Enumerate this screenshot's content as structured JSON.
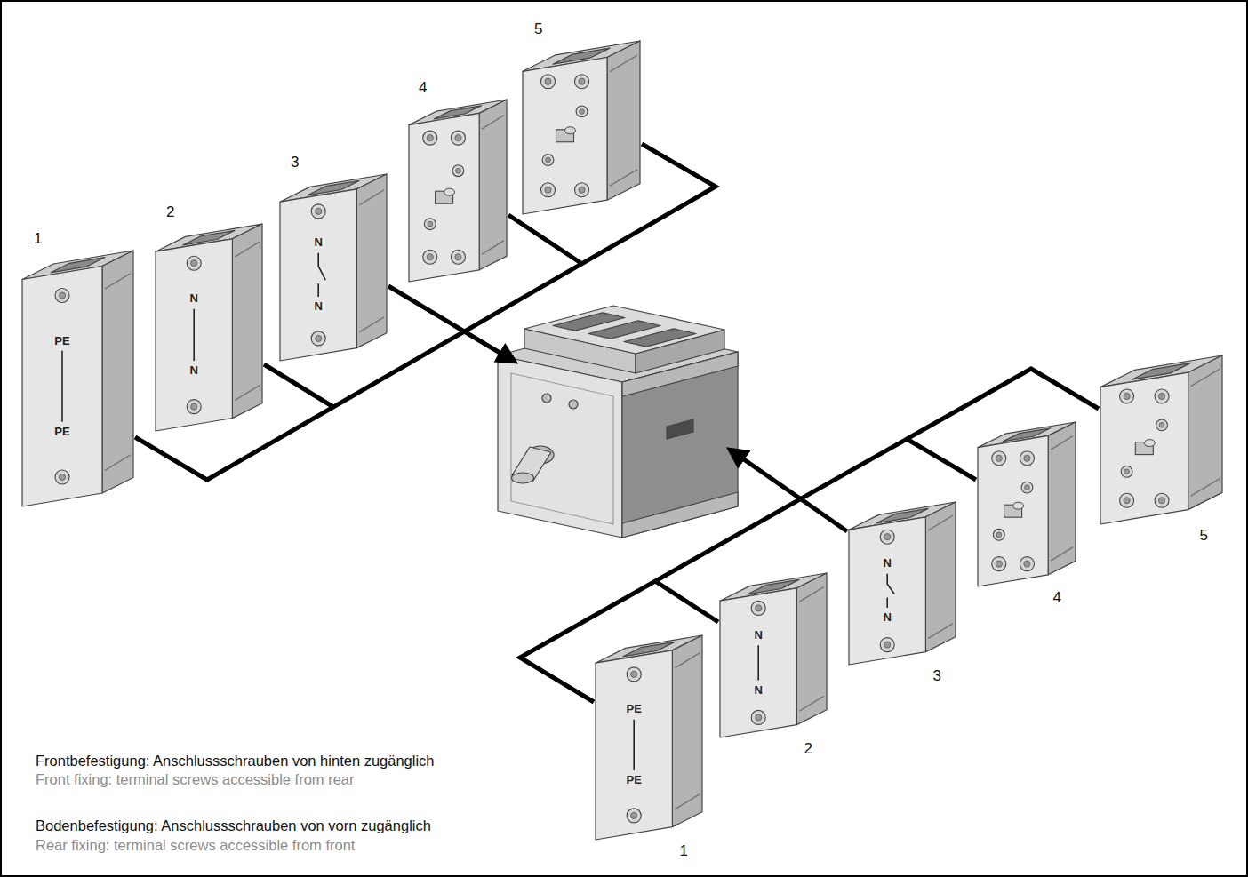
{
  "diagram": {
    "nodes": [
      {
        "text": [
          "1",
          "PE",
          "PE"
        ]
      },
      {
        "text": [
          "2",
          "N",
          "N"
        ]
      },
      {
        "text": [
          "3",
          "N",
          "N"
        ]
      },
      {
        "text": [
          "4"
        ]
      },
      {
        "text": [
          "5"
        ]
      },
      {
        "text": [
          "1",
          "PE",
          "PE"
        ]
      },
      {
        "text": [
          "2",
          "N",
          "N"
        ]
      },
      {
        "text": [
          "3",
          "N",
          "N"
        ]
      },
      {
        "text": [
          "4"
        ]
      },
      {
        "text": [
          "5"
        ]
      }
    ],
    "labels": [
      "Frontbefestigung: Anschlussschrauben von hinten zugänglich",
      "Front fixing: terminal screws accessible from rear",
      "Bodenbefestigung: Anschlussschrauben von vorn zugänglich",
      "Rear fixing: terminal screws accessible from front"
    ]
  }
}
